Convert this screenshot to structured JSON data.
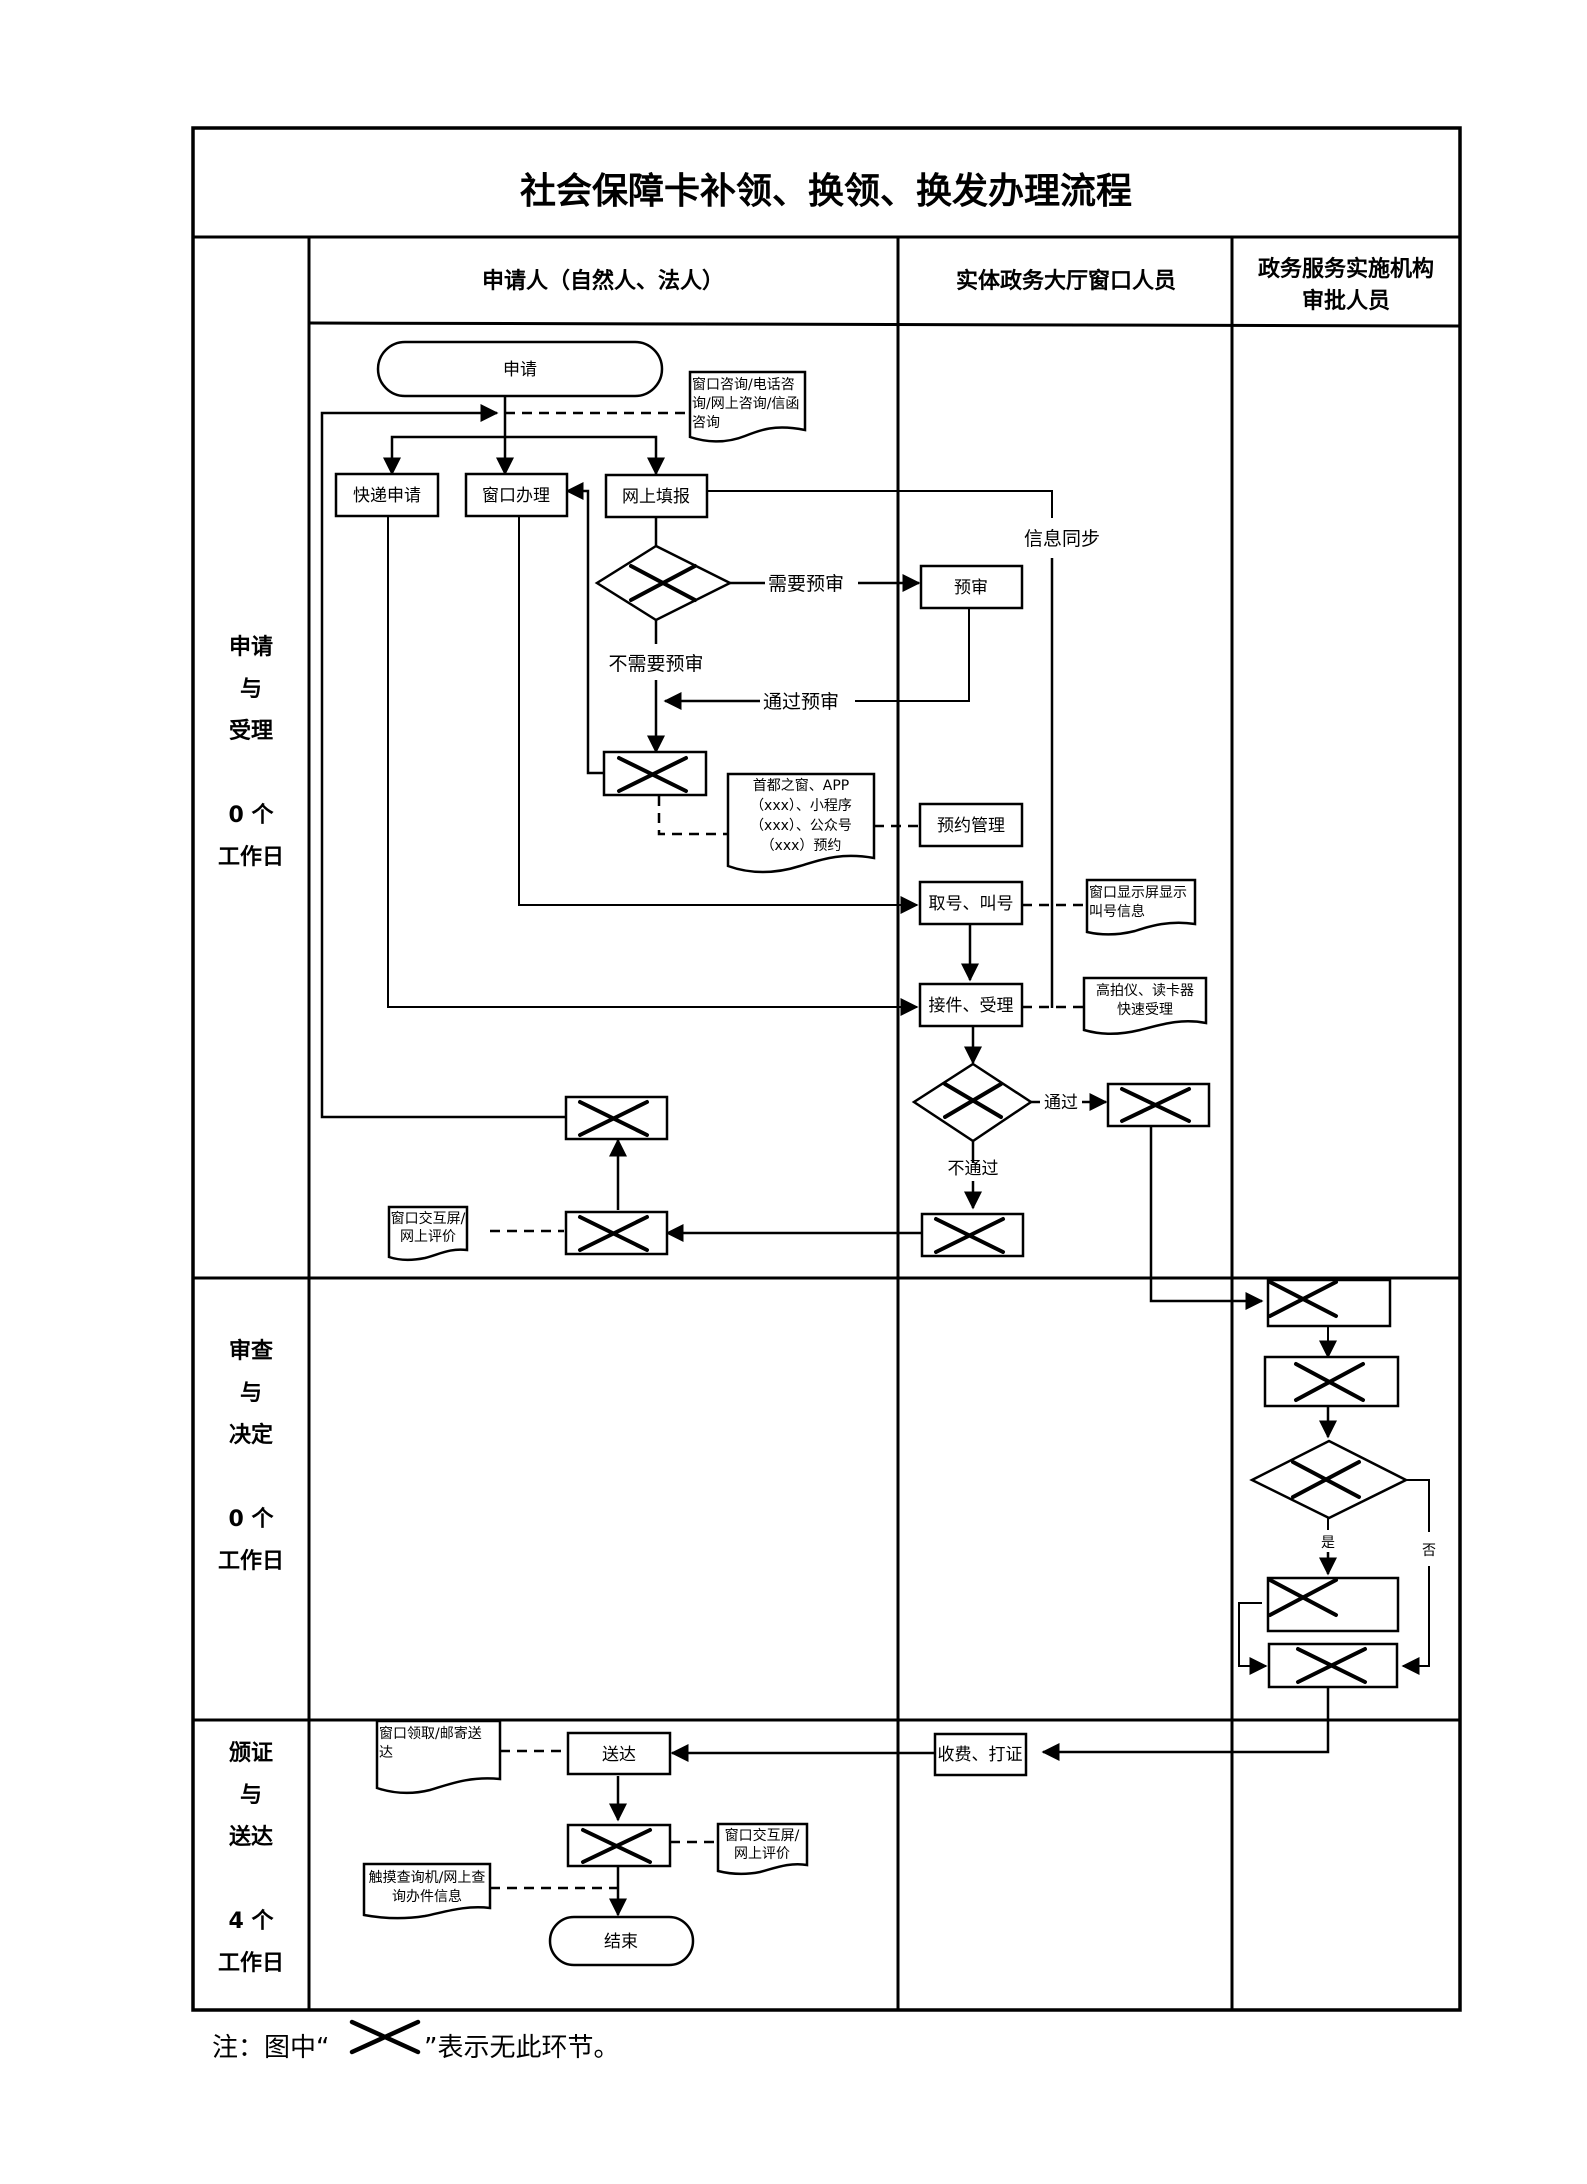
{
  "title": "社会保障卡补领、换领、换发办理流程",
  "lanes": [
    {
      "label": "申请人（自然人、法人）"
    },
    {
      "label": "实体政务大厅窗口人员"
    },
    {
      "label_line1": "政务服务实施机构",
      "label_line2": "审批人员"
    }
  ],
  "stages": [
    {
      "name_line1": "申请",
      "name_line2": "与",
      "name_line3": "受理",
      "days_line1": "0 个",
      "days_line2": "工作日"
    },
    {
      "name_line1": "审查",
      "name_line2": "与",
      "name_line3": "决定",
      "days_line1": "0 个",
      "days_line2": "工作日"
    },
    {
      "name_line1": "颁证",
      "name_line2": "与",
      "name_line3": "送达",
      "days_line1": "4 个",
      "days_line2": "工作日"
    }
  ],
  "nodes": {
    "start": "申请",
    "express": "快递申请",
    "window": "窗口办理",
    "online": "网上填报",
    "prereview": "预审",
    "appointment_mgmt": "预约管理",
    "queue": "取号、叫号",
    "accept": "接件、受理",
    "fee_print": "收费、打证",
    "deliver": "送达",
    "end": "结束"
  },
  "documents": {
    "consult": [
      "窗口咨询/电话咨",
      "询/网上咨询/信函",
      "咨询"
    ],
    "booking": [
      "首都之窗、APP",
      "（xxx）、小程序",
      "（xxx）、公众号",
      "（xxx）预约"
    ],
    "screen": [
      "窗口显示屏显示",
      "叫号信息"
    ],
    "scanner": [
      "高拍仪、读卡器",
      "快速受理"
    ],
    "evaluate1": [
      "窗口交互屏/",
      "网上评价"
    ],
    "pickup": [
      "窗口领取/邮寄送",
      "达"
    ],
    "evaluate2": [
      "窗口交互屏/",
      "网上评价"
    ],
    "query": [
      "触摸查询机/网上查",
      "询办件信息"
    ]
  },
  "edge_labels": {
    "need_prereview": "需要预审",
    "no_prereview": "不需要预审",
    "pass_prereview": "通过预审",
    "info_sync": "信息同步",
    "pass": "通过",
    "fail": "不通过",
    "yes": "是",
    "no": "否"
  },
  "note": {
    "prefix": "注：图中“",
    "suffix": "”表示无此环节。"
  }
}
